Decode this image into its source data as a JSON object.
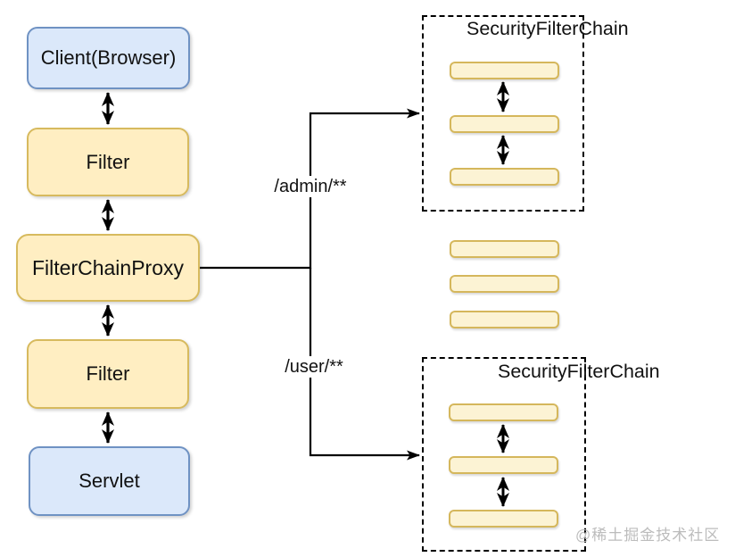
{
  "diagram": {
    "left_column": {
      "client_label": "Client(Browser)",
      "filter_top_label": "Filter",
      "filter_chain_proxy_label": "FilterChainProxy",
      "filter_bottom_label": "Filter",
      "servlet_label": "Servlet"
    },
    "edge_labels": {
      "admin": "/admin/**",
      "user": "/user/**"
    },
    "security_chains": {
      "top": {
        "title": "SecurityFilterChain",
        "filter_slots": 3
      },
      "middle_unboxed_slots": 3,
      "bottom": {
        "title": "SecurityFilterChain",
        "filter_slots": 3
      }
    },
    "watermark": "@稀土掘金技术社区",
    "colors": {
      "blue_fill": "#dbe8fa",
      "blue_border": "#6f92c3",
      "yellow_fill": "#ffeec2",
      "yellow_border": "#d7ba5e",
      "bar_fill": "#fcf3d4",
      "bar_border": "#d5b75c",
      "line": "#000000",
      "watermark_gray": "#bcbcbc"
    }
  }
}
